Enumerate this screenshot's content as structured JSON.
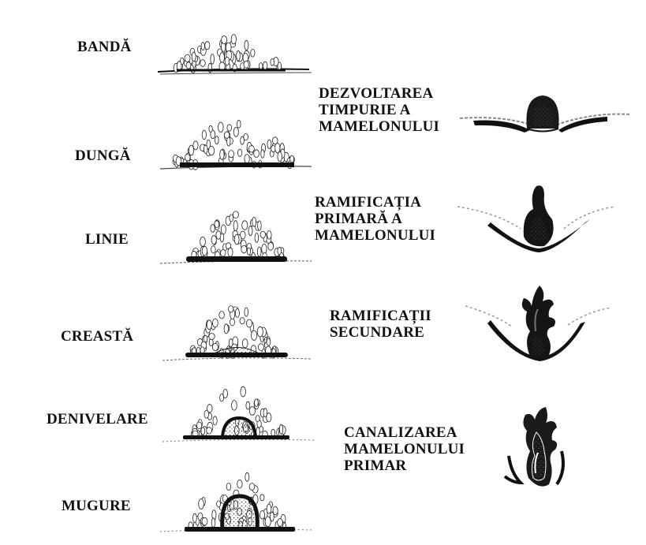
{
  "left_stages": [
    {
      "id": "banda",
      "label": "BANDĂ"
    },
    {
      "id": "dunga",
      "label": "DUNGĂ"
    },
    {
      "id": "linie",
      "label": "LINIE"
    },
    {
      "id": "creasta",
      "label": "CREASTĂ"
    },
    {
      "id": "denivelare",
      "label": "DENIVELARE"
    },
    {
      "id": "mugure",
      "label": "MUGURE"
    }
  ],
  "right_stages": [
    {
      "id": "dezvoltarea",
      "lines": [
        "DEZVOLTAREA",
        "TIMPURIE A",
        "MAMELONULUI"
      ]
    },
    {
      "id": "ramificatia",
      "lines": [
        "RAMIFICAȚIA",
        "PRIMARĂ A",
        "MAMELONULUI"
      ]
    },
    {
      "id": "ramificatii",
      "lines": [
        "RAMIFICAȚII",
        "SECUNDARE"
      ]
    },
    {
      "id": "canalizarea",
      "lines": [
        "CANALIZAREA",
        "MAMELONULUI",
        "PRIMAR"
      ]
    }
  ],
  "colors": {
    "ink": "#111111",
    "shade": "#555555",
    "paper": "#ffffff"
  }
}
